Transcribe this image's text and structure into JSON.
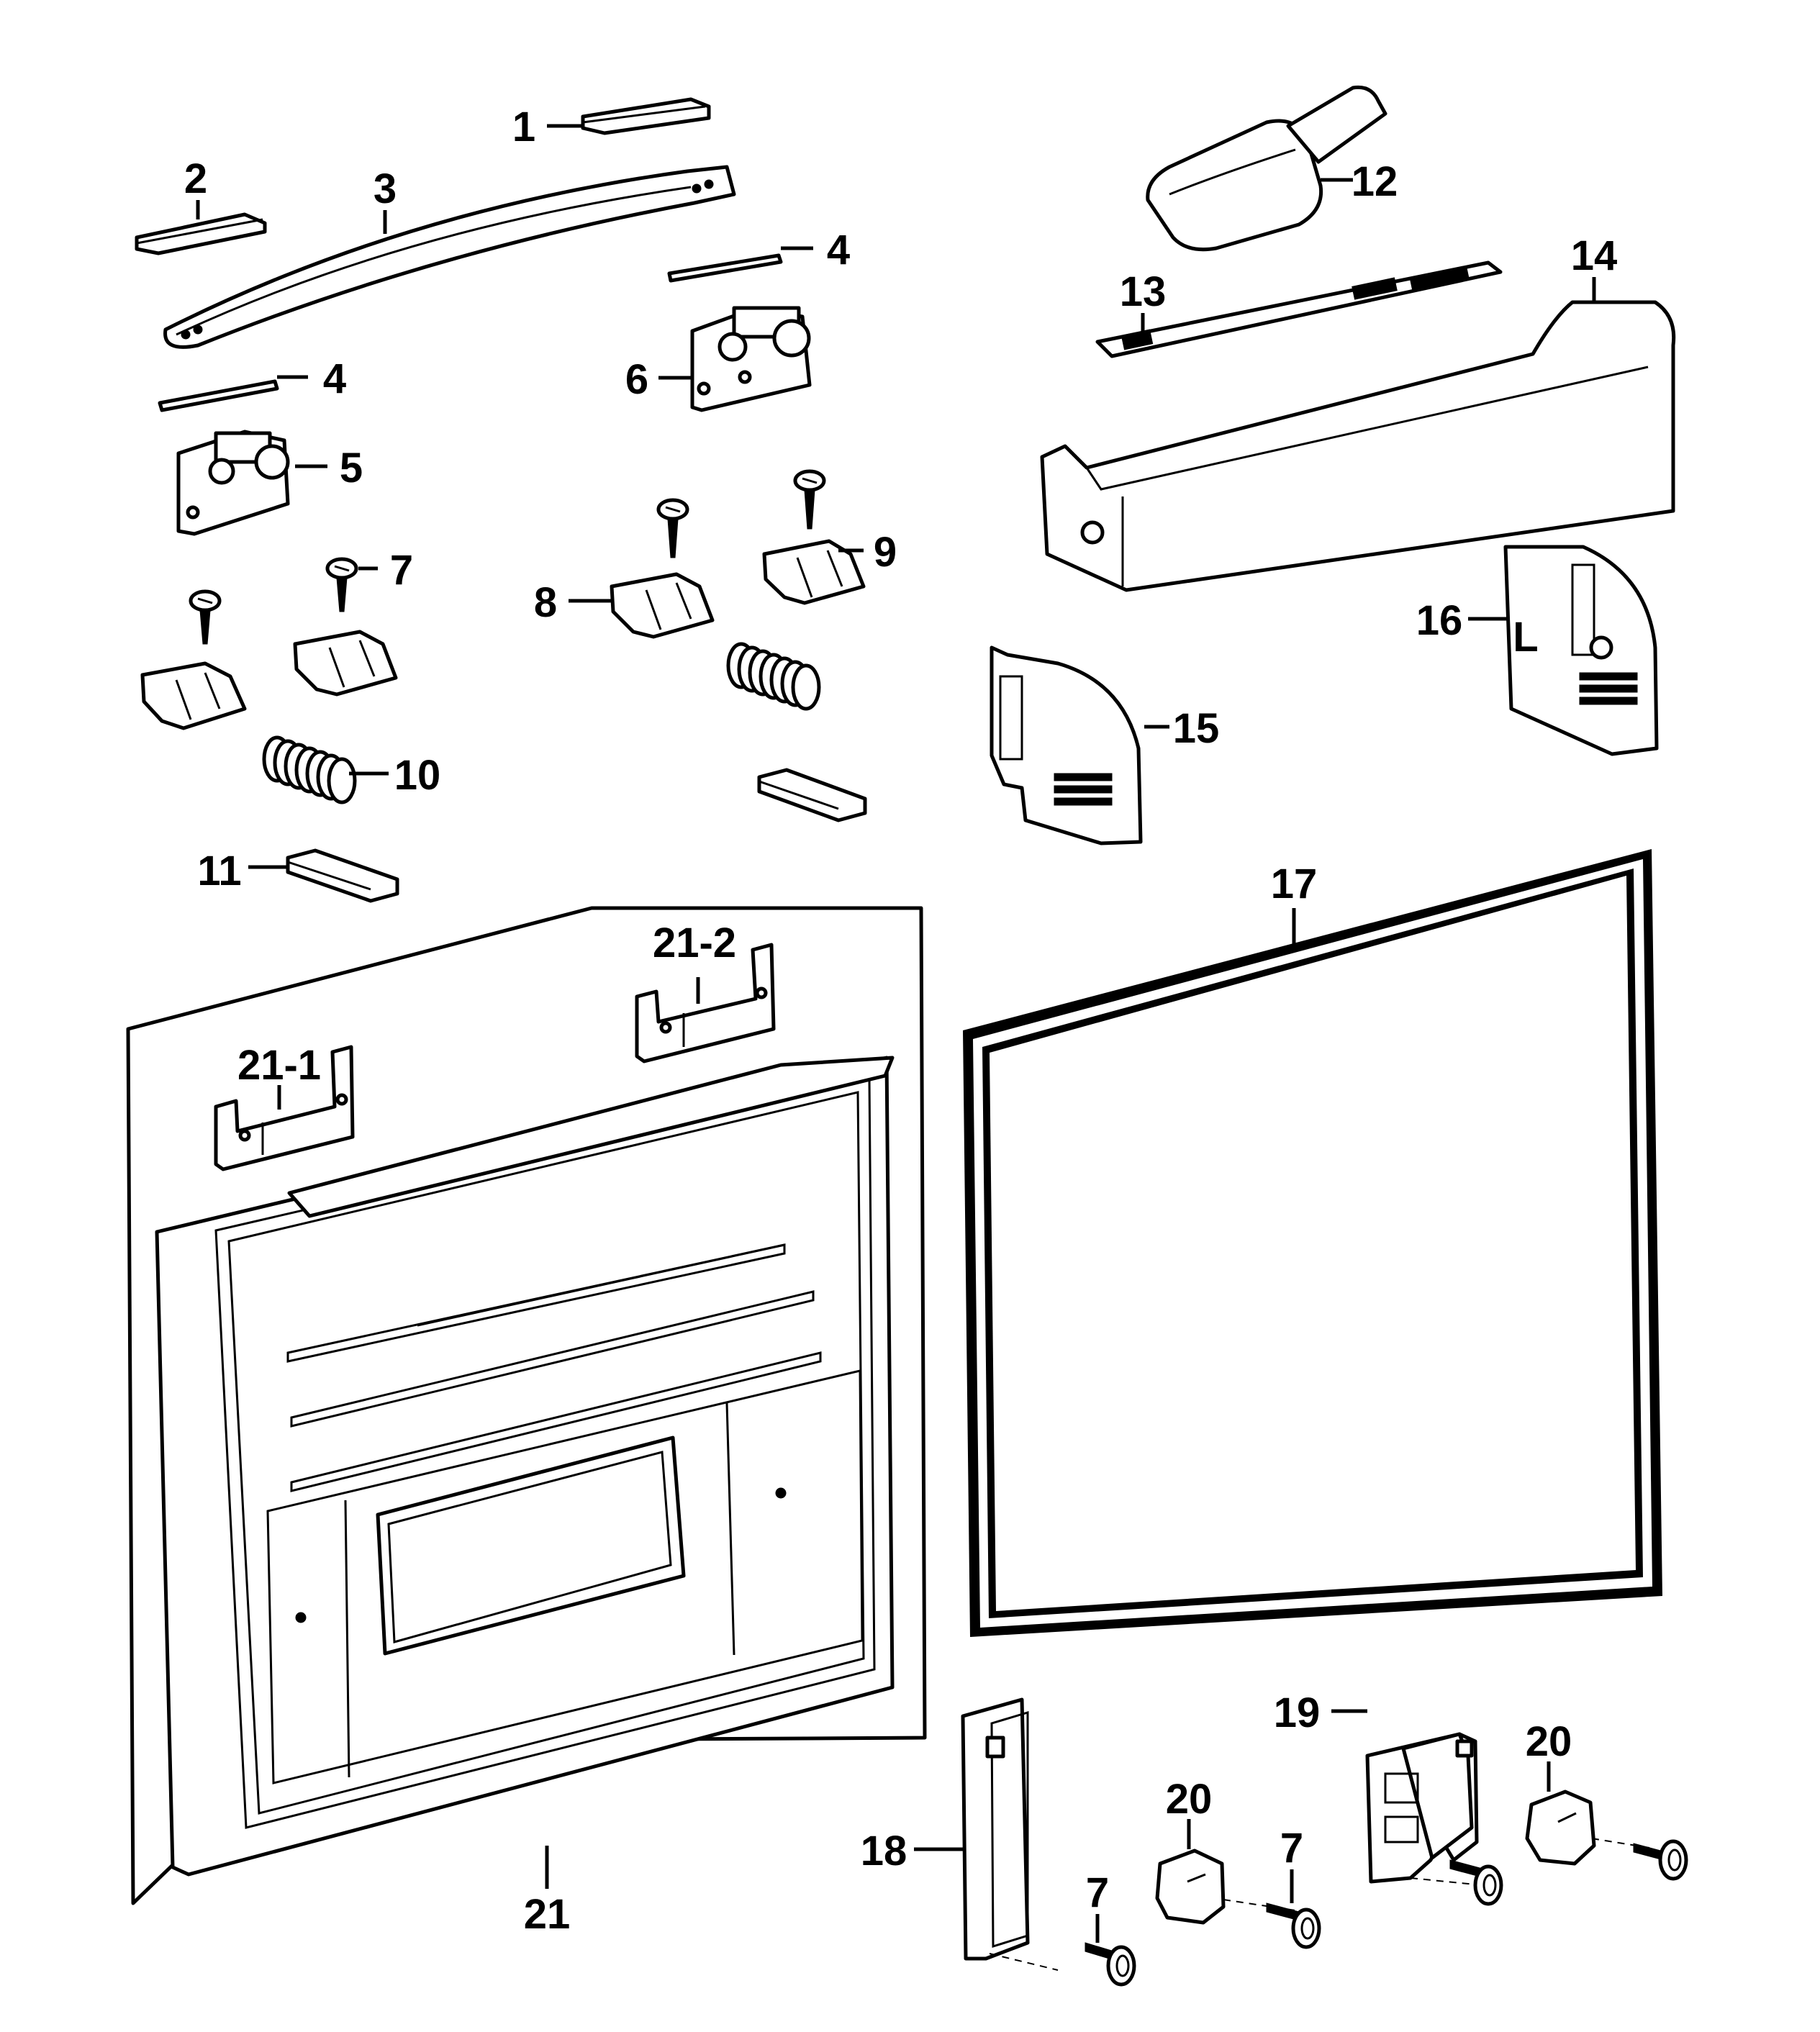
{
  "labels": {
    "p1": "1",
    "p2": "2",
    "p3": "3",
    "p4a": "4",
    "p4b": "4",
    "p5": "5",
    "p6": "6",
    "p7a": "7",
    "p7b": "7",
    "p7c": "7",
    "p8": "8",
    "p9": "9",
    "p10": "10",
    "p11": "11",
    "p12": "12",
    "p13": "13",
    "p14": "14",
    "p15": "15",
    "p16": "16",
    "p16letter": "L",
    "p17": "17",
    "p18": "18",
    "p19": "19",
    "p20a": "20",
    "p20b": "20",
    "p21": "21",
    "p21_1": "21-1",
    "p21_2": "21-2"
  }
}
